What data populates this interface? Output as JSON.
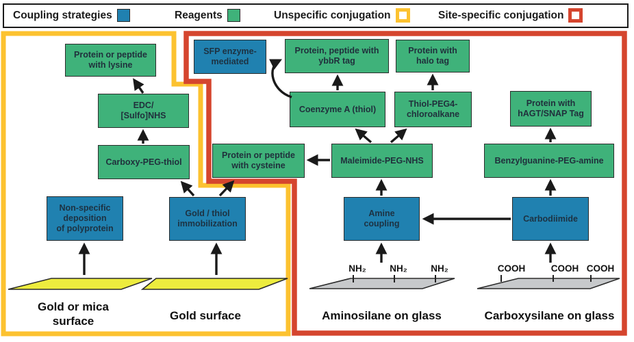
{
  "legend": {
    "items": [
      {
        "label": "Coupling strategies",
        "swatch": "filled",
        "color": "#2081b0"
      },
      {
        "label": "Reagents",
        "swatch": "filled",
        "color": "#3fb27a"
      },
      {
        "label": "Unspecific conjugation",
        "swatch": "outlined",
        "color": "#fcc230"
      },
      {
        "label": "Site-specific conjugation",
        "swatch": "outlined",
        "color": "#d5452e"
      }
    ]
  },
  "boxes": {
    "lysine": {
      "label": "Protein or peptide\nwith lysine",
      "kind": "reagent"
    },
    "sfp": {
      "label": "SFP enzyme-\nmediated",
      "kind": "strategy"
    },
    "ybbr": {
      "label": "Protein, peptide with\nybbR tag",
      "kind": "reagent"
    },
    "halo": {
      "label": "Protein with\nhalo tag",
      "kind": "reagent"
    },
    "edc": {
      "label": "EDC/\n[Sulfo]NHS",
      "kind": "reagent"
    },
    "coenzymeA": {
      "label": "Coenzyme A (thiol)",
      "kind": "reagent"
    },
    "thiolPeg4": {
      "label": "Thiol-PEG4-\nchloroalkane",
      "kind": "reagent"
    },
    "hagtSnap": {
      "label": "Protein with\nhAGT/SNAP Tag",
      "kind": "reagent"
    },
    "carboxyPegThiol": {
      "label": "Carboxy-PEG-thiol",
      "kind": "reagent"
    },
    "cysteine": {
      "label": "Protein or peptide\nwith cysteine",
      "kind": "reagent"
    },
    "maleimide": {
      "label": "Maleimide-PEG-NHS",
      "kind": "reagent"
    },
    "benzylguanine": {
      "label": "Benzylguanine-PEG-amine",
      "kind": "reagent"
    },
    "nonspecific": {
      "label": "Non-specific\ndeposition\nof polyprotein",
      "kind": "strategy"
    },
    "goldThiol": {
      "label": "Gold / thiol\nimmobilization",
      "kind": "strategy"
    },
    "amineCoupling": {
      "label": "Amine\ncoupling",
      "kind": "strategy"
    },
    "carbodiimide": {
      "label": "Carbodiimide",
      "kind": "strategy"
    }
  },
  "surfaces": {
    "goldMica": {
      "label": "Gold or mica\nsurface"
    },
    "gold": {
      "label": "Gold surface"
    },
    "aminosilane": {
      "label": "Aminosilane on glass",
      "group": "NH₂"
    },
    "carboxysilane": {
      "label": "Carboxysilane on glass",
      "group": "COOH"
    }
  },
  "colors": {
    "strategyBlue": "#2081b0",
    "reagentGreen": "#3fb27a",
    "unspecificYellow": "#fcc230",
    "siteSpecificRed": "#d5452e",
    "goldSurface": "#edec3e",
    "glassGray": "#c7c9cb"
  }
}
